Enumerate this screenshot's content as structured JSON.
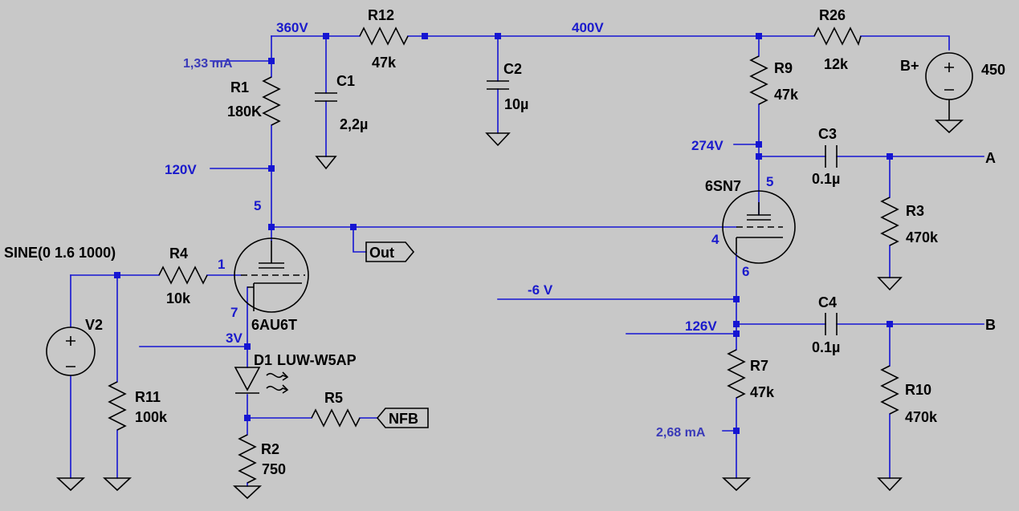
{
  "voltages": {
    "v360": "360V",
    "v400": "400V",
    "v120": "120V",
    "v274": "274V",
    "vm6": "-6 V",
    "v126": "126V",
    "v3": "3V"
  },
  "currents": {
    "i_r1": "1,33 mA",
    "i_r7": "2,68 mA"
  },
  "pins": {
    "p5_left": "5",
    "p1": "1",
    "p7": "7",
    "p5_right": "5",
    "p4": "4",
    "p6": "6"
  },
  "components": {
    "r12": {
      "name": "R12",
      "value": "47k"
    },
    "r26": {
      "name": "R26",
      "value": "12k"
    },
    "r1": {
      "name": "R1",
      "value": "180K"
    },
    "c1": {
      "name": "C1",
      "value": "2,2µ"
    },
    "c2": {
      "name": "C2",
      "value": "10µ"
    },
    "r9": {
      "name": "R9",
      "value": "47k"
    },
    "bplus": {
      "name": "B+",
      "value": "450"
    },
    "c3": {
      "name": "C3",
      "value": "0.1µ"
    },
    "r3": {
      "name": "R3",
      "value": "470k"
    },
    "v6sn7": {
      "name": "6SN7"
    },
    "v2": {
      "name": "V2",
      "value": "SINE(0 1.6 1000)"
    },
    "r4": {
      "name": "R4",
      "value": "10k"
    },
    "v6au6": {
      "name": "6AU6T"
    },
    "r11": {
      "name": "R11",
      "value": "100k"
    },
    "d1": {
      "name": "D1",
      "value": "LUW-W5AP"
    },
    "r5": {
      "name": "R5"
    },
    "r2": {
      "name": "R2",
      "value": "750"
    },
    "c4": {
      "name": "C4",
      "value": "0.1µ"
    },
    "r7": {
      "name": "R7",
      "value": "47k"
    },
    "r10": {
      "name": "R10",
      "value": "470k"
    }
  },
  "ports": {
    "out": "Out",
    "nfb": "NFB",
    "a": "A",
    "b": "B"
  }
}
